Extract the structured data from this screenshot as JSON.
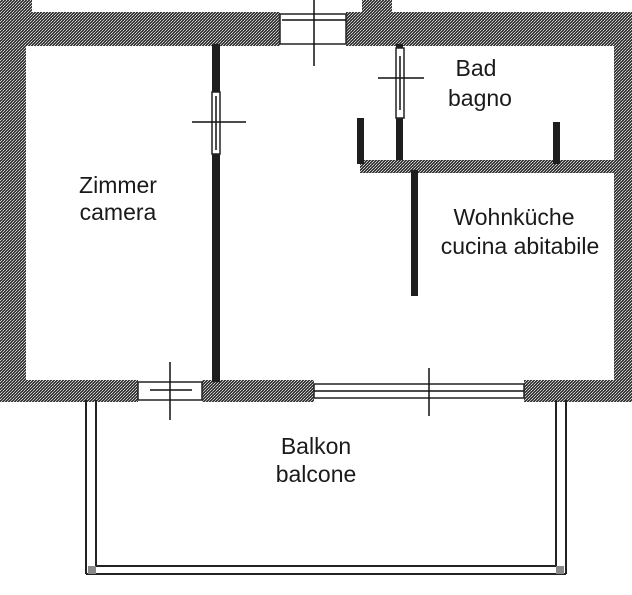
{
  "plan": {
    "rooms": [
      {
        "id": "zimmer",
        "line1": "Zimmer",
        "line2": "camera"
      },
      {
        "id": "bad",
        "line1": "Bad",
        "line2": "bagno"
      },
      {
        "id": "wohnkueche",
        "line1": "Wohnküche",
        "line2": "cucina abitabile"
      },
      {
        "id": "balkon",
        "line1": "Balkon",
        "line2": "balcone"
      }
    ]
  },
  "colors": {
    "wall_dark": "#2a2a2a",
    "wall_light": "#bdbdbd",
    "background": "#ffffff"
  }
}
